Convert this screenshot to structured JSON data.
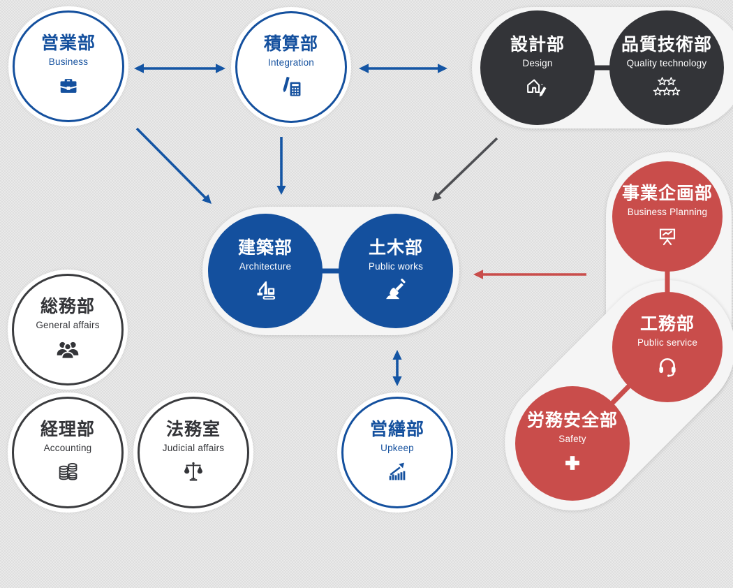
{
  "palette": {
    "blue": "#14509e",
    "red": "#c94d4b",
    "dark": "#333438",
    "panel": "#f5f5f5",
    "arrow_dark": "#4d4e52"
  },
  "nodes": [
    {
      "id": "sales",
      "jp": "営業部",
      "en": "Business",
      "icon": "briefcase-icon"
    },
    {
      "id": "integration",
      "jp": "積算部",
      "en": "Integration",
      "icon": "pen-calculator-icon"
    },
    {
      "id": "design",
      "jp": "設計部",
      "en": "Design",
      "icon": "house-pencil-icon"
    },
    {
      "id": "quality",
      "jp": "品質技術部",
      "en": "Quality technology",
      "icon": "five-stars-icon"
    },
    {
      "id": "architecture",
      "jp": "建築部",
      "en": "Architecture",
      "icon": "crane-icon"
    },
    {
      "id": "public_works",
      "jp": "土木部",
      "en": "Public works",
      "icon": "shovel-icon"
    },
    {
      "id": "business_planning",
      "jp": "事業企画部",
      "en": "Business Planning",
      "icon": "presentation-board-icon"
    },
    {
      "id": "public_service",
      "jp": "工務部",
      "en": "Public service",
      "icon": "headset-icon"
    },
    {
      "id": "safety",
      "jp": "労務安全部",
      "en": "Safety",
      "icon": "medical-cross-icon"
    },
    {
      "id": "general_affairs",
      "jp": "総務部",
      "en": "General affairs",
      "icon": "people-icon"
    },
    {
      "id": "accounting",
      "jp": "経理部",
      "en": "Accounting",
      "icon": "coins-icon"
    },
    {
      "id": "judicial",
      "jp": "法務室",
      "en": "Judicial affairs",
      "icon": "scales-icon"
    },
    {
      "id": "upkeep",
      "jp": "営繕部",
      "en": "Upkeep",
      "icon": "growth-chart-icon"
    }
  ],
  "groups": [
    {
      "members": [
        "設計部",
        "品質技術部"
      ]
    },
    {
      "members": [
        "建築部",
        "土木部"
      ]
    },
    {
      "members": [
        "事業企画部",
        "工務部",
        "労務安全部"
      ]
    }
  ]
}
